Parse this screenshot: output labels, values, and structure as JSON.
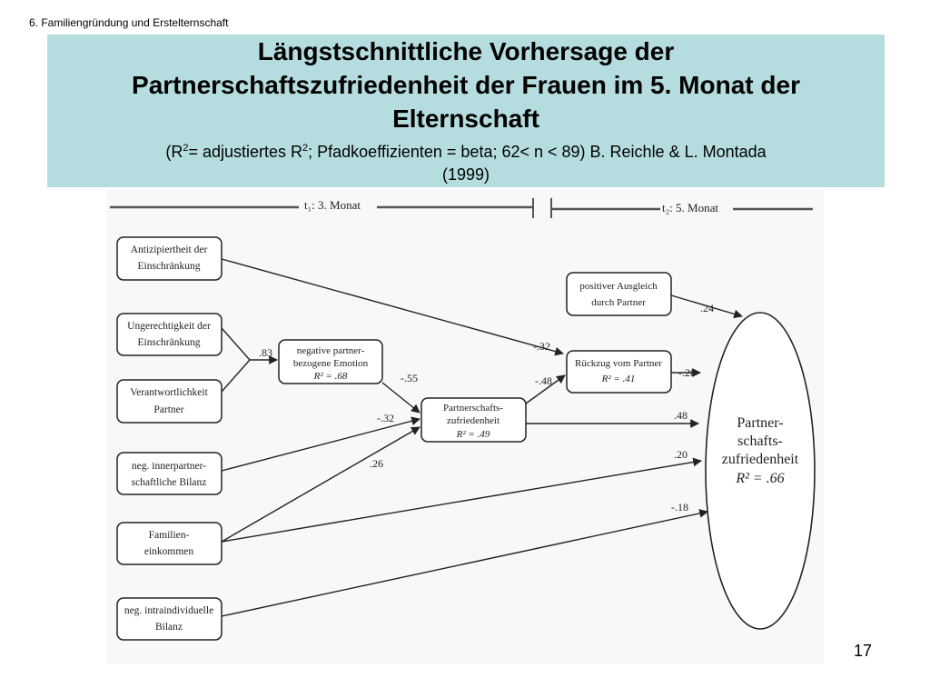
{
  "header": {
    "section": "6. Familiengründung und Erstelternschaft",
    "title_lines": [
      "Längstschnittliche Vorhersage der",
      "Partnerschaftszufriedenheit der Frauen im 5. Monat der",
      "Elternschaft"
    ],
    "subtitle": {
      "open": "(R",
      "sup1": "2",
      "mid1": "= adjustiertes R",
      "sup2": "2",
      "rest1": "; Pfadkoeffizienten = beta; 62< n < 89) B. Reichle & L. Montada",
      "rest2": "(1999)"
    }
  },
  "timeline": {
    "t1_label": "t₁: 3. Monat",
    "t2_label": "t₂: 5. Monat"
  },
  "diagram": {
    "nodes": {
      "antizipiertheit": [
        "Antizipiertheit der",
        "Einschränkung"
      ],
      "ungerechtigkeit": [
        "Ungerechtigkeit der",
        "Einschränkung"
      ],
      "verantwortlichkeit": [
        "Verantwortlichkeit",
        "Partner"
      ],
      "bilanz": [
        "neg. innerpartner-",
        "schaftliche Bilanz"
      ],
      "einkommen": [
        "Familien-",
        "einkommen"
      ],
      "intraindividuell": [
        "neg. intraindividuelle",
        "Bilanz"
      ],
      "emotion": [
        "negative partner-",
        "bezogene Emotion",
        "R² = .68"
      ],
      "ausgleich": [
        "positiver Ausgleich",
        "durch Partner"
      ],
      "rueckzug": [
        "Rückzug vom Partner",
        "R² = .41"
      ],
      "zufriedenheit": [
        "Partnerschafts-",
        "zufriedenheit",
        "R² = .49"
      ],
      "outcome": [
        "Partner-",
        "schafts-",
        "zufriedenheit",
        "R² = .66"
      ]
    },
    "paths": {
      "ungerechtigkeit_emotion": ".83",
      "antizipiertheit_rueckzug": "-.32",
      "emotion_zufriedenheit": "-.55",
      "zufriedenheit_rueckzug": "-.48",
      "ausgleich_outcome": ".24",
      "rueckzug_outcome": "-.20",
      "zufriedenheit_outcome": ".48",
      "bilanz_zufriedenheit": "-.32",
      "einkommen_zufriedenheit": ".26",
      "bilanz_outcome": ".20",
      "einkommen_outcome": "-.18"
    }
  },
  "page_number": "17"
}
